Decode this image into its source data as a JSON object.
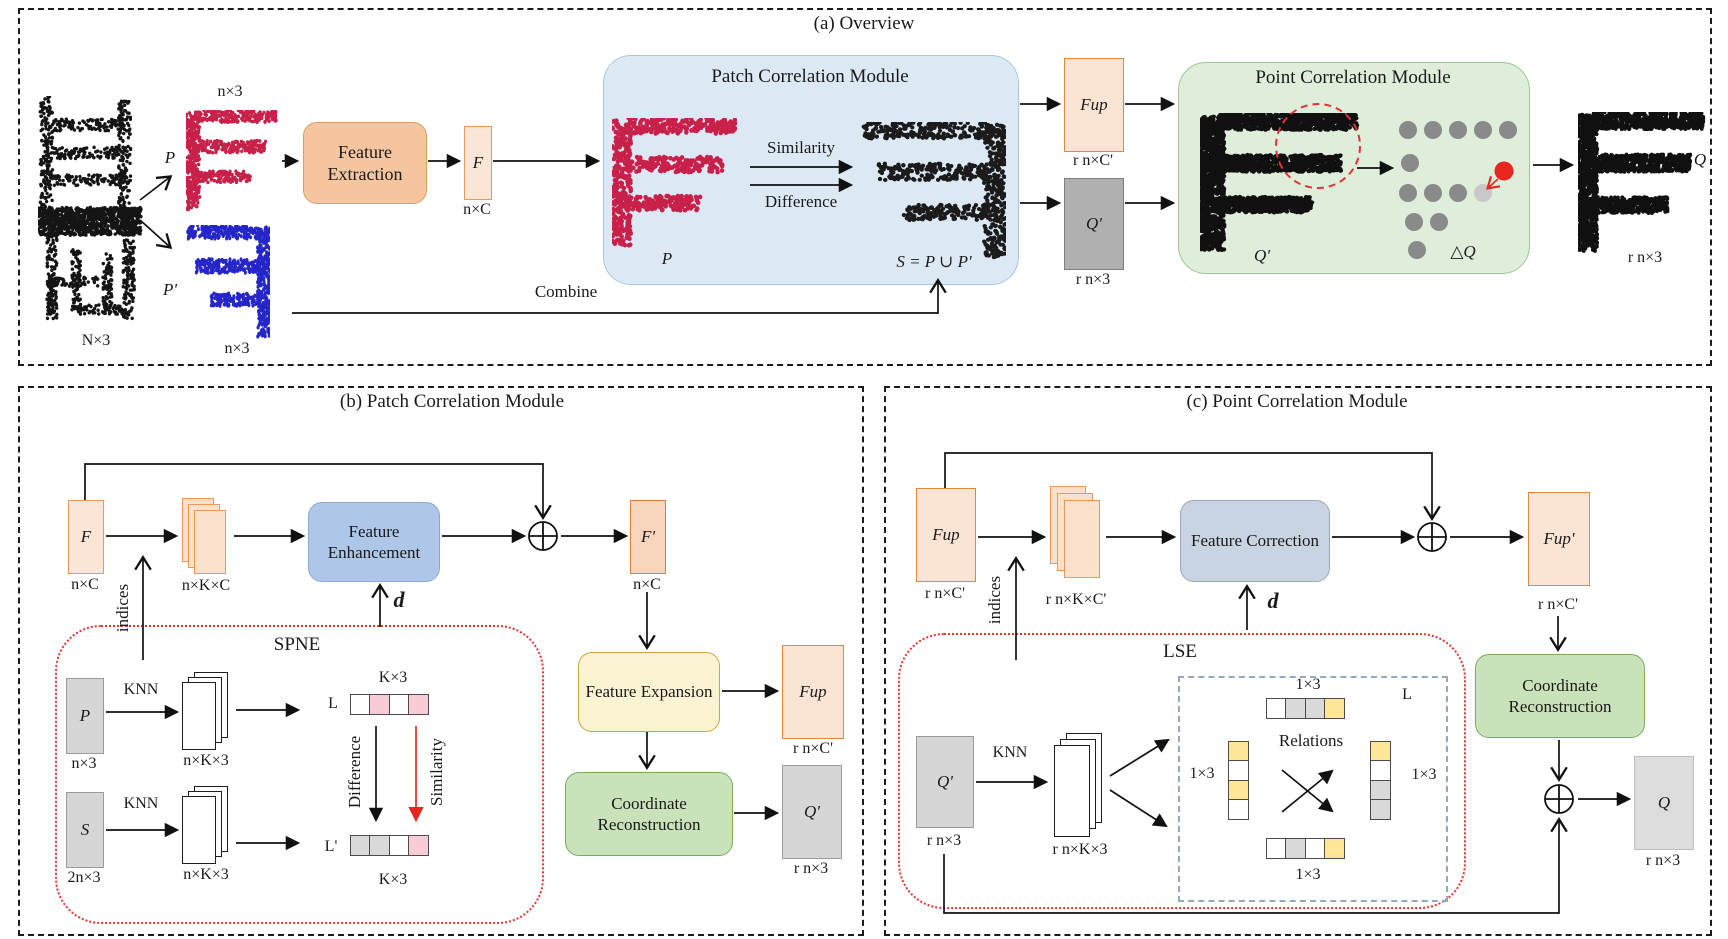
{
  "colors": {
    "highlight_red": "#e8312f",
    "pink_cell": "#f9ccd5",
    "yellow_cell": "#ffe699",
    "gray_cell": "#d9d9d9",
    "module_blue": "#dce9f5",
    "module_green": "#dfeeda"
  },
  "panel_a": {
    "title": "(a) Overview",
    "input_dim": "N×3",
    "p_label": "P",
    "p_prime_label": "P'",
    "patch_dim_top": "n×3",
    "patch_dim_bottom": "n×3",
    "feature_extraction": "Feature Extraction",
    "f_label": "F",
    "f_dim": "n×C",
    "patch_module": {
      "title": "Patch Correlation Module",
      "p_label": "P",
      "similarity": "Similarity",
      "difference": "Difference",
      "s_label": "S = P ∪ P'"
    },
    "combine": "Combine",
    "fup_label": "Fup",
    "fup_dim": "r n×C'",
    "q_prime_label": "Q'",
    "q_prime_dim": "r n×3",
    "point_module": {
      "title": "Point Correlation Module",
      "q_prime_label": "Q'",
      "delta_q_label": "△Q"
    },
    "q_label": "Q",
    "q_dim": "r n×3"
  },
  "panel_b": {
    "title": "(b) Patch Correlation Module",
    "f_label": "F",
    "f_dim": "n×C",
    "indices": "indices",
    "grouped_dim": "n×K×C",
    "feature_enhancement": "Feature Enhancement",
    "d_label": "d",
    "f_prime_label": "F'",
    "f_prime_dim": "n×C",
    "feature_expansion": "Feature Expansion",
    "fup_label": "Fup",
    "fup_dim": "r n×C'",
    "coordinate_reconstruction": "Coordinate Reconstruction",
    "q_prime_label": "Q'",
    "q_prime_dim": "r n×3",
    "spne": {
      "title": "SPNE",
      "p_label": "P",
      "p_dim": "n×3",
      "knn_top": "KNN",
      "knn_bottom": "KNN",
      "stack_top_dim": "n×K×3",
      "stack_bottom_dim": "n×K×3",
      "l_label": "L",
      "l_dim": "K×3",
      "l_prime_label": "L'",
      "l_prime_dim": "K×3",
      "difference": "Difference",
      "similarity": "Similarity",
      "s_label": "S",
      "s_dim": "2n×3",
      "l_cells": [
        "white",
        "pink",
        "white",
        "pink"
      ],
      "l_prime_cells": [
        "gray",
        "gray",
        "white",
        "pink"
      ]
    }
  },
  "panel_c": {
    "title": "(c) Point Correlation Module",
    "fup_label": "Fup",
    "fup_dim": "r n×C'",
    "indices": "indices",
    "grouped_dim": "r n×K×C'",
    "feature_correction": "Feature Correction",
    "d_label": "d",
    "fup_prime_label": "Fup'",
    "fup_prime_dim": "r n×C'",
    "coordinate_reconstruction": "Coordinate Reconstruction",
    "q_label": "Q",
    "q_dim": "r n×3",
    "lse": {
      "title": "LSE",
      "q_prime_label": "Q'",
      "q_prime_dim": "r n×3",
      "knn": "KNN",
      "stack_dim": "r n×K×3",
      "l_label": "L",
      "relations": "Relations",
      "dim_top": "1×3",
      "dim_left": "1×3",
      "dim_right": "1×3",
      "dim_bottom": "1×3",
      "row_top_cells": [
        "white",
        "gray",
        "gray",
        "yellow"
      ],
      "col_left_cells": [
        "yellow",
        "white",
        "yellow",
        "white"
      ],
      "col_right_cells": [
        "yellow",
        "white",
        "gray",
        "gray"
      ],
      "row_bottom_cells": [
        "white",
        "gray",
        "white",
        "yellow"
      ]
    }
  }
}
